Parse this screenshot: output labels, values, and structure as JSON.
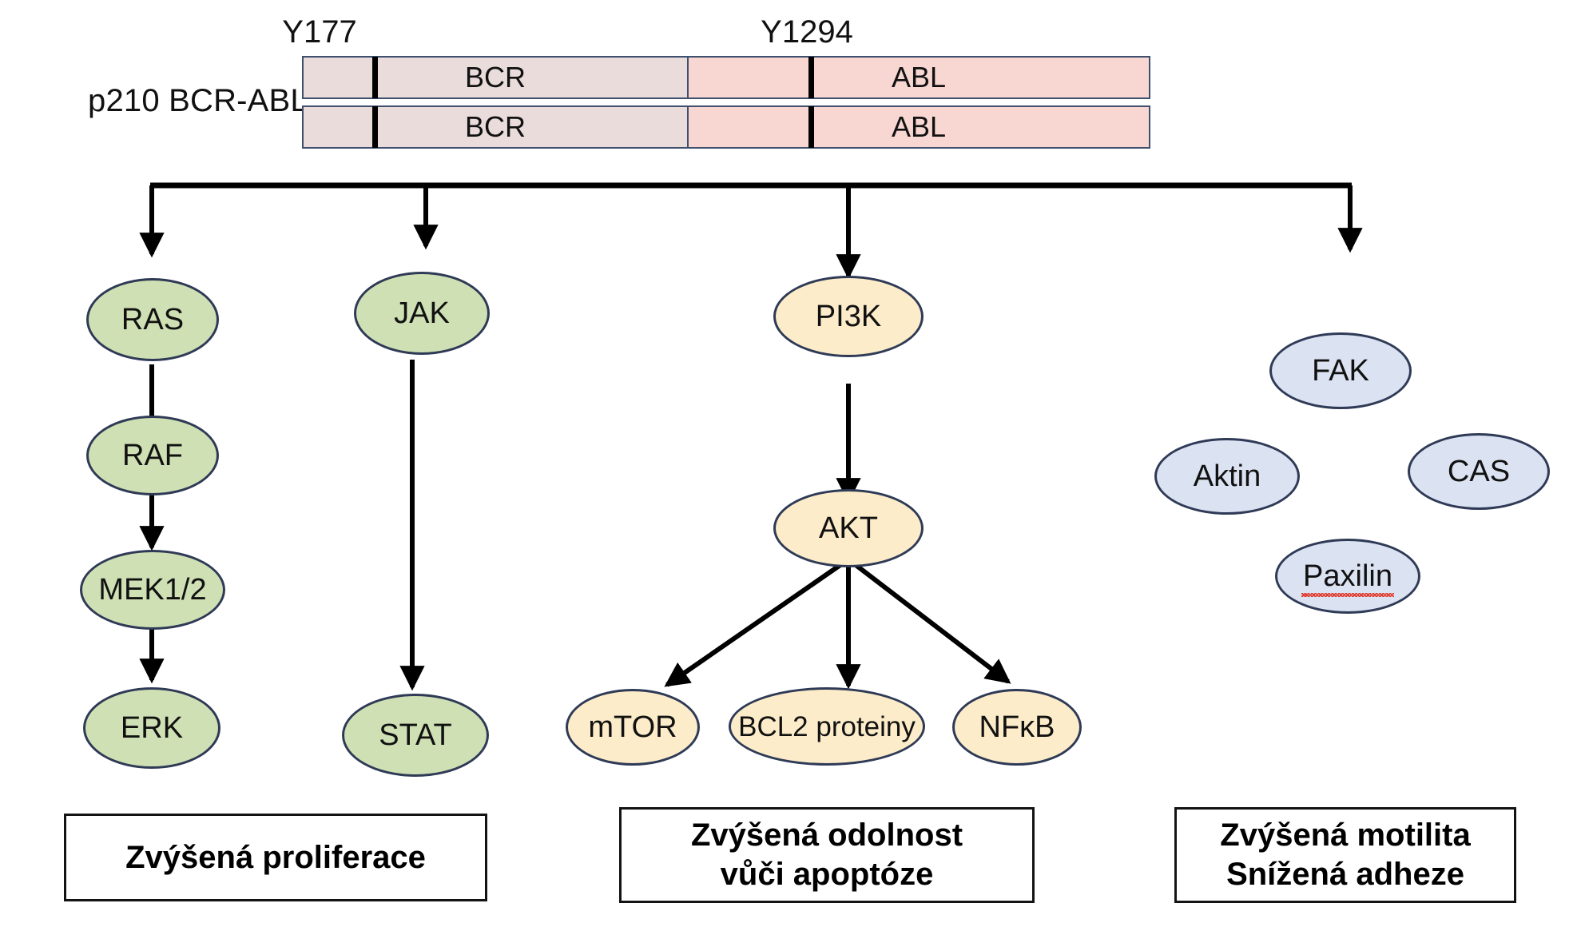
{
  "diagram": {
    "title": "p210 BCR-ABL downstream signaling",
    "language": "cs",
    "colors": {
      "node_border": "#2e3a56",
      "green_fill": "#cfe0b4",
      "cream_fill": "#fcecc9",
      "blue_fill": "#dbe2f1",
      "bcr_fill": "#e9dcdb",
      "abl_fill": "#f8d7d2",
      "bar_border": "#3f4f6e",
      "arrow": "#000000",
      "box_border": "#131313",
      "spellcheck_underline": "#e23b2e"
    }
  },
  "protein": {
    "label": "p210 BCR-ABL",
    "phospho_sites": [
      {
        "name": "Y177"
      },
      {
        "name": "Y1294"
      }
    ],
    "strands": [
      {
        "segments": [
          {
            "name": "BCR"
          },
          {
            "name": "ABL"
          }
        ]
      },
      {
        "segments": [
          {
            "name": "BCR"
          },
          {
            "name": "ABL"
          }
        ]
      }
    ]
  },
  "pathways": [
    {
      "id": "ras-mapk",
      "color": "green",
      "nodes": [
        {
          "label": "RAS"
        },
        {
          "label": "RAF"
        },
        {
          "label": "MEK1/2"
        },
        {
          "label": "ERK"
        }
      ]
    },
    {
      "id": "jak-stat",
      "color": "green",
      "nodes": [
        {
          "label": "JAK"
        },
        {
          "label": "STAT"
        }
      ]
    },
    {
      "id": "pi3k-akt",
      "color": "cream",
      "nodes": [
        {
          "label": "PI3K"
        },
        {
          "label": "AKT"
        },
        {
          "label": "mTOR"
        },
        {
          "label": "BCL2 proteiny"
        },
        {
          "label": "NFκB"
        }
      ]
    },
    {
      "id": "adhesion",
      "color": "blue",
      "nodes": [
        {
          "label": "FAK"
        },
        {
          "label": "Aktin"
        },
        {
          "label": "CAS"
        },
        {
          "label": "Paxilin",
          "misspelled": true
        }
      ]
    }
  ],
  "nodes": {
    "ras": "RAS",
    "raf": "RAF",
    "mek": "MEK1/2",
    "erk": "ERK",
    "jak": "JAK",
    "stat": "STAT",
    "pi3k": "PI3K",
    "akt": "AKT",
    "mtor": "mTOR",
    "bcl2": "BCL2 proteiny",
    "nfkb": "NFκB",
    "fak": "FAK",
    "aktin": "Aktin",
    "cas": "CAS",
    "paxilin": "Paxilin"
  },
  "outcomes": [
    {
      "id": "proliferation",
      "lines": [
        "Zvýšená proliferace"
      ]
    },
    {
      "id": "apoptosis-resistance",
      "lines": [
        "Zvýšená odolnost",
        "vůči apoptóze"
      ]
    },
    {
      "id": "motility-adhesion",
      "lines": [
        "Zvýšená motilita",
        "Snížená adheze"
      ]
    }
  ],
  "outcome_text": {
    "proliferation_line1": "Zvýšená proliferace",
    "apoptosis_line1": "Zvýšená odolnost",
    "apoptosis_line2": "vůči apoptóze",
    "motility_line1": "Zvýšená motilita",
    "motility_line2": "Snížená adheze"
  }
}
